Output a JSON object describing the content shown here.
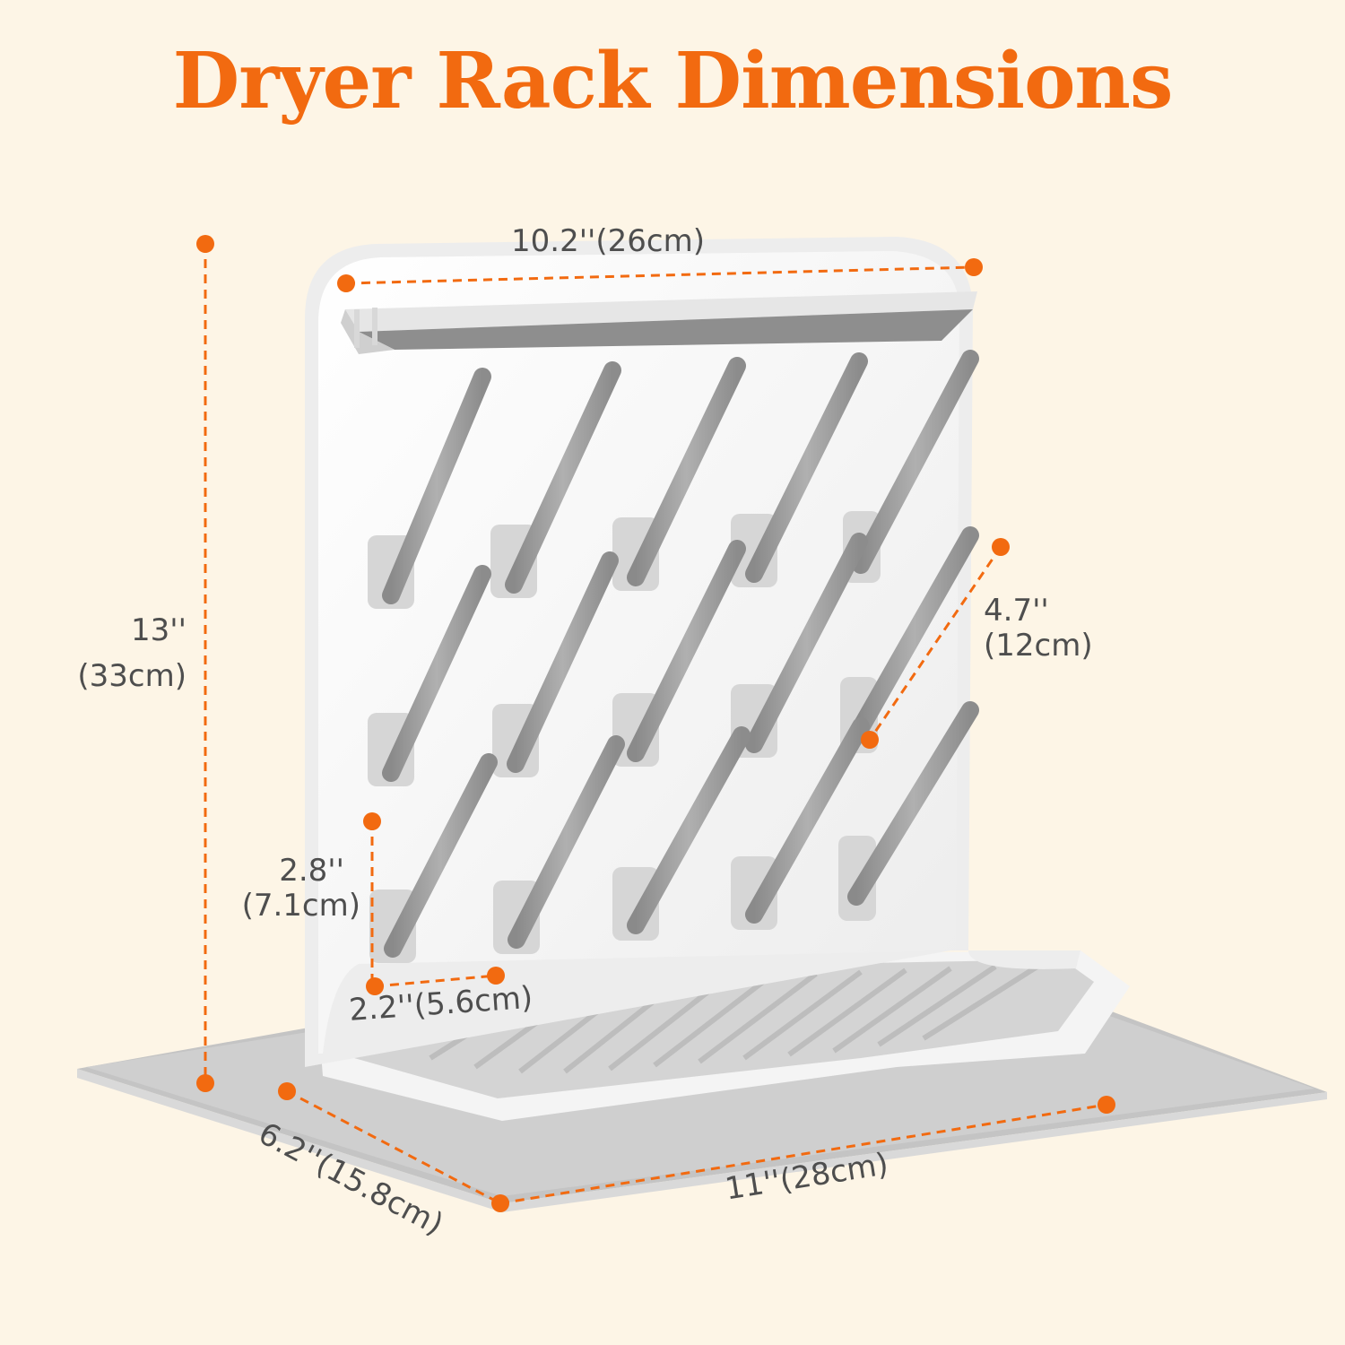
{
  "title": "Dryer Rack Dimensions",
  "colors": {
    "background": "#fdf5e6",
    "accent": "#f26a10",
    "label_text": "#4e4e4e",
    "rack_white": "#f7f7f7",
    "peg_gray": "#9a9a9a",
    "mat_gray": "#c9c9c9"
  },
  "dimensions": {
    "width_top": {
      "label": "10.2''(26cm)",
      "inches": 10.2,
      "cm": 26
    },
    "height": {
      "line1": "13''",
      "line2": "(33cm)",
      "inches": 13,
      "cm": 33
    },
    "peg_length": {
      "line1": "4.7''",
      "line2": "(12cm)",
      "inches": 4.7,
      "cm": 12
    },
    "peg_vertical_spacing": {
      "line1": "2.8''",
      "line2": "(7.1cm)",
      "inches": 2.8,
      "cm": 7.1
    },
    "peg_horizontal_spacing": {
      "label": "2.2''(5.6cm)",
      "inches": 2.2,
      "cm": 5.6
    },
    "mat_depth": {
      "label": "6.2''(15.8cm)",
      "inches": 6.2,
      "cm": 15.8
    },
    "mat_width": {
      "label": "11''(28cm)",
      "inches": 11,
      "cm": 28
    }
  },
  "rack": {
    "peg_rows": 3,
    "peg_columns": 5,
    "extra_right_pegs": 2
  }
}
